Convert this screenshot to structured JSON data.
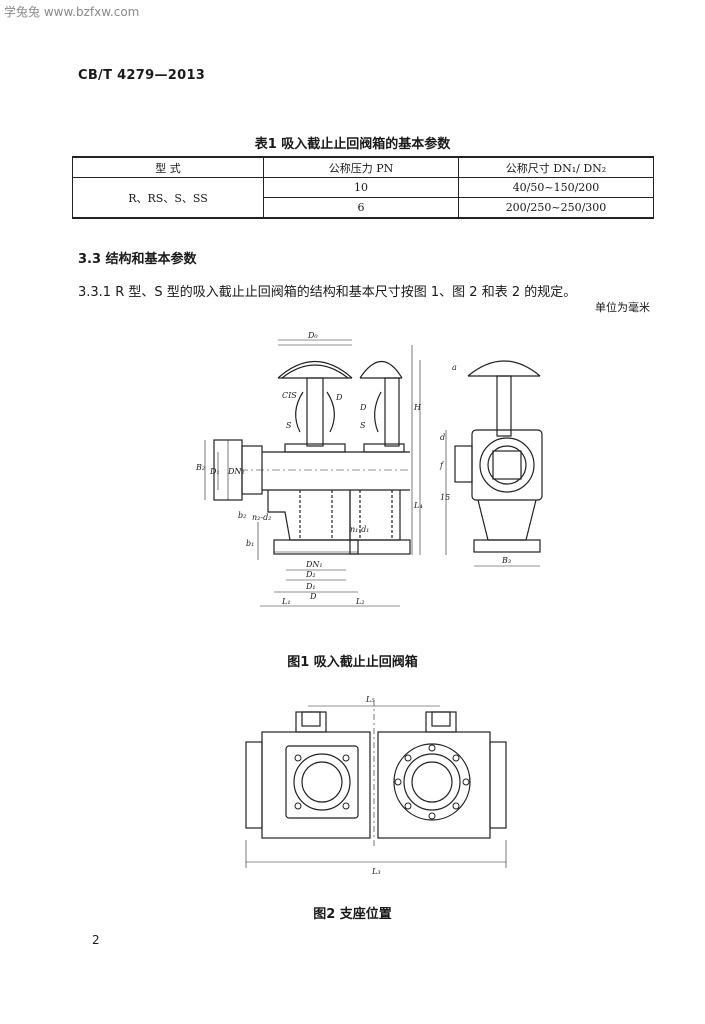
{
  "header": {
    "watermark": "学兔兔 www.bzfxw.com",
    "standard_no": "CB/T 4279—2013"
  },
  "table1": {
    "caption": "表1  吸入截止止回阀箱的基本参数",
    "headers": [
      "型  式",
      "公称压力 PN",
      "公称尺寸 DN₁/ DN₂"
    ],
    "type_value": "R、RS、S、SS",
    "rows": [
      {
        "pn": "10",
        "dn": "40/50~150/200"
      },
      {
        "pn": "6",
        "dn": "200/250~250/300"
      }
    ]
  },
  "section": {
    "heading": "3.3  结构和基本参数",
    "paragraph": "3.3.1  R 型、S 型的吸入截止止回阀箱的结构和基本尺寸按图 1、图 2 和表 2 的规定。",
    "unit_note": "单位为毫米"
  },
  "figure1": {
    "caption": "图1  吸入截止止回阀箱",
    "labels": {
      "d0": "D₀",
      "cis": "CIS",
      "d": "D",
      "s1": "S",
      "s2": "S",
      "d2": "D",
      "b2": "B₂",
      "d1": "D₁",
      "dn2": "DN₂",
      "b2side": "b₂",
      "b1": "b₁",
      "dn1": "DN₁",
      "d2b": "D₂",
      "d1b": "D₁",
      "db": "D",
      "l1": "L₁",
      "l2": "L₂",
      "h": "H",
      "d_small": "d",
      "f": "f",
      "dim15": "15",
      "l4": "L₄",
      "b3": "B₃",
      "dn_dims": "n₂-d₂",
      "n1d1": "n₁-d₁",
      "a": "a"
    }
  },
  "figure2": {
    "caption": "图2  支座位置",
    "labels": {
      "l5": "L₅",
      "l3": "L₃"
    }
  },
  "footer": {
    "page_number": "2"
  }
}
